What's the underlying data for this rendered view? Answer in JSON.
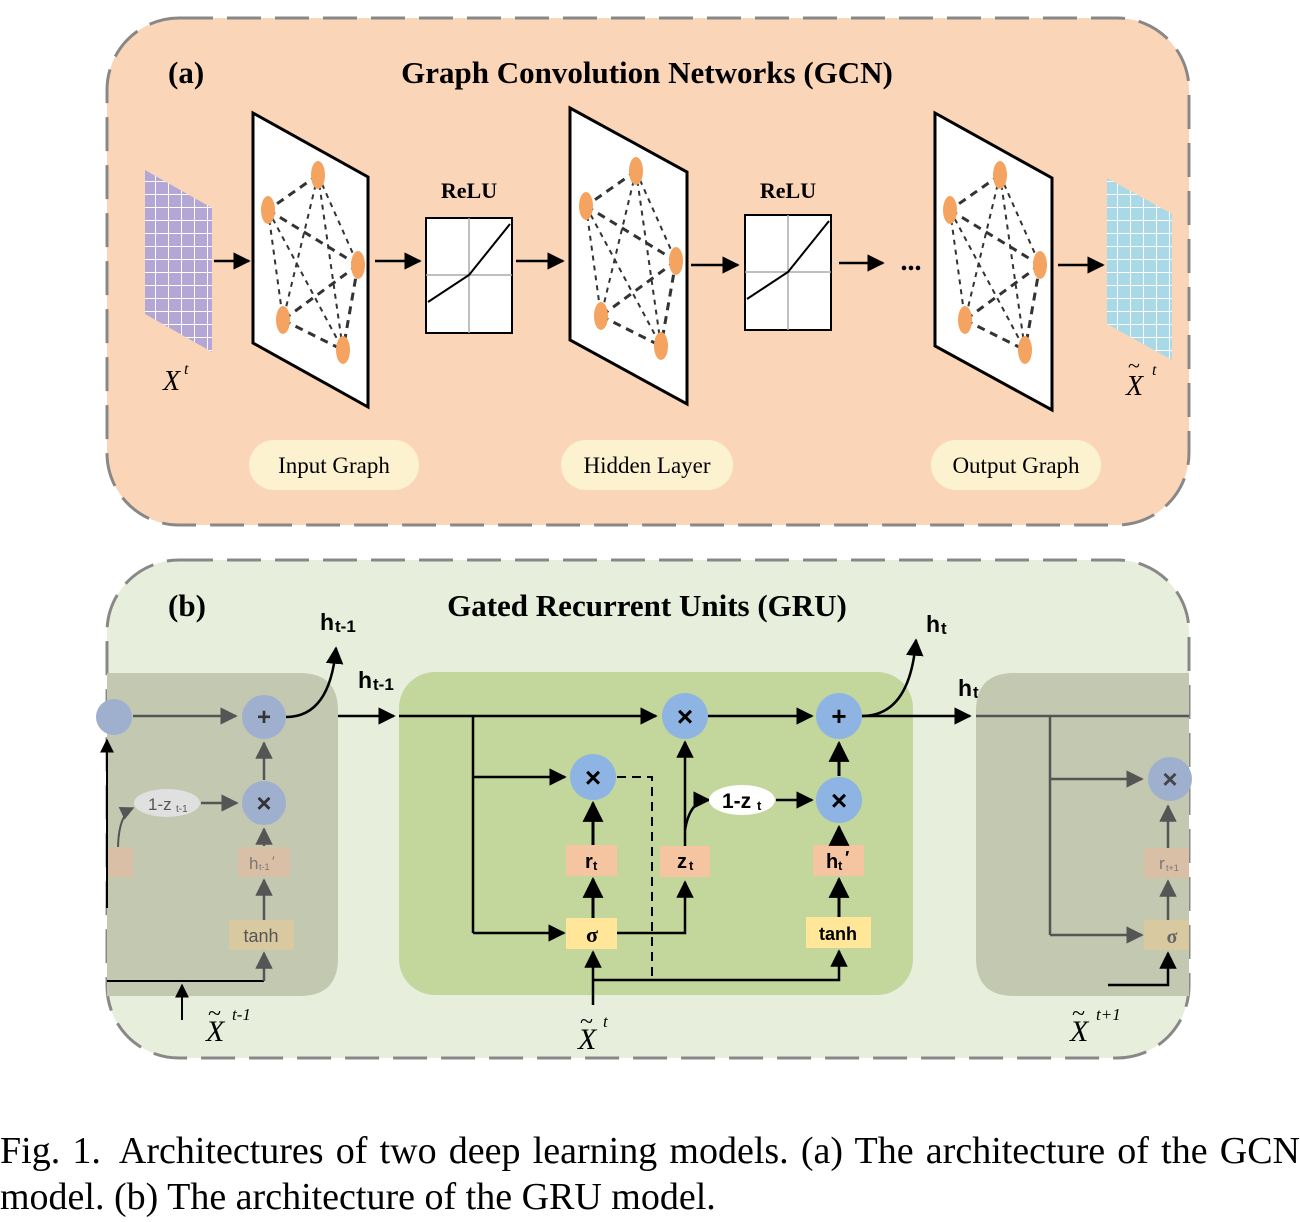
{
  "panel_a": {
    "tag": "(a)",
    "title": "Graph Convolution Networks (GCN)",
    "relu_label": "ReLU",
    "ellipsis": "...",
    "input_var": "X",
    "input_sup": "t",
    "output_var": "X",
    "output_sup": "t",
    "labels": [
      "Input Graph",
      "Hidden Layer",
      "Output Graph"
    ]
  },
  "panel_b": {
    "tag": "(b)",
    "title": "Gated Recurrent Units (GRU)",
    "h_prev_out": "h",
    "h_prev_out_sub": "t-1",
    "h_prev_in": "h",
    "h_prev_in_sub": "t-1",
    "h_out": "h",
    "h_out_sub": "t",
    "h_next_in": "h",
    "h_next_in_sub": "t",
    "plus": "+",
    "times": "×",
    "one_minus_z": "1-z",
    "one_minus_z_sub": "t",
    "r_gate": "r",
    "r_gate_sub": "t",
    "z_gate": "z",
    "z_gate_sub": "t",
    "h_cand": "h",
    "h_cand_sub": "t",
    "h_cand_prime": "′",
    "sigma": "σ",
    "tanh": "tanh",
    "prev_one_minus_z": "1-z",
    "prev_one_minus_z_sub": "t-1",
    "prev_h_cand": "h",
    "prev_h_cand_sub": "t-1",
    "prev_h_cand_prime": "′",
    "next_r_gate": "r",
    "next_r_gate_sub": "t+1",
    "x_var": "X",
    "x_prev_sup": "t-1",
    "x_cur_sup": "t",
    "x_next_sup": "t+1"
  },
  "caption": {
    "lead": "Fig. 1.",
    "text": "Architectures of two deep learning models. (a) The architecture of the GCN model. (b) The architecture of the GRU model."
  },
  "colors": {
    "panel_a_bg": "#fbd5b8",
    "panel_b_bg": "#e8eedc",
    "cell_bg": "#c3d69b",
    "faded_cell_bg": "#c3c8b0",
    "op_node": "#8db4e2",
    "gate_box": "#f5c4a0",
    "activation_box": "#ffe699",
    "input_grid": "#b4a7d6",
    "output_grid": "#a9d8e6",
    "graph_node": "#f4a460",
    "label_pill": "#fdf2d0"
  }
}
